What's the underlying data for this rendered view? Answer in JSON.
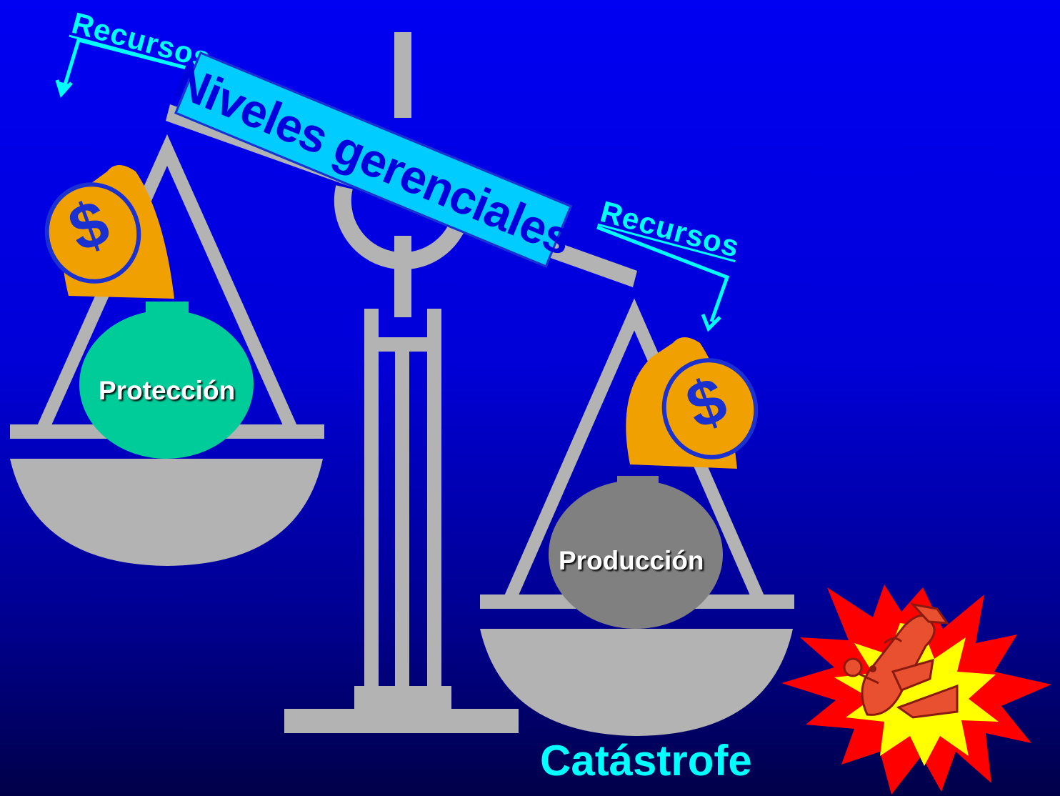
{
  "diagram": {
    "beam_label": "Niveles gerenciales",
    "resources_left": "Recursos",
    "resources_right": "Recursos",
    "weight_left": "Protección",
    "weight_right": "Producción",
    "outcome": "Catástrofe",
    "icons": [
      "money-bag-icon",
      "money-bag-icon",
      "explosion-icon",
      "crashing-plane-icon"
    ],
    "colors": {
      "background": "#0000e0",
      "scale": "#b3b3b3",
      "accent_cyan": "#00ffff",
      "banner": "#00ccff",
      "protection_weight": "#00cc99",
      "production_weight": "#808080",
      "money_bag": "#f0a000",
      "explosion_outer": "#ff0000",
      "explosion_inner": "#ffff00",
      "plane": "#e85030"
    }
  }
}
